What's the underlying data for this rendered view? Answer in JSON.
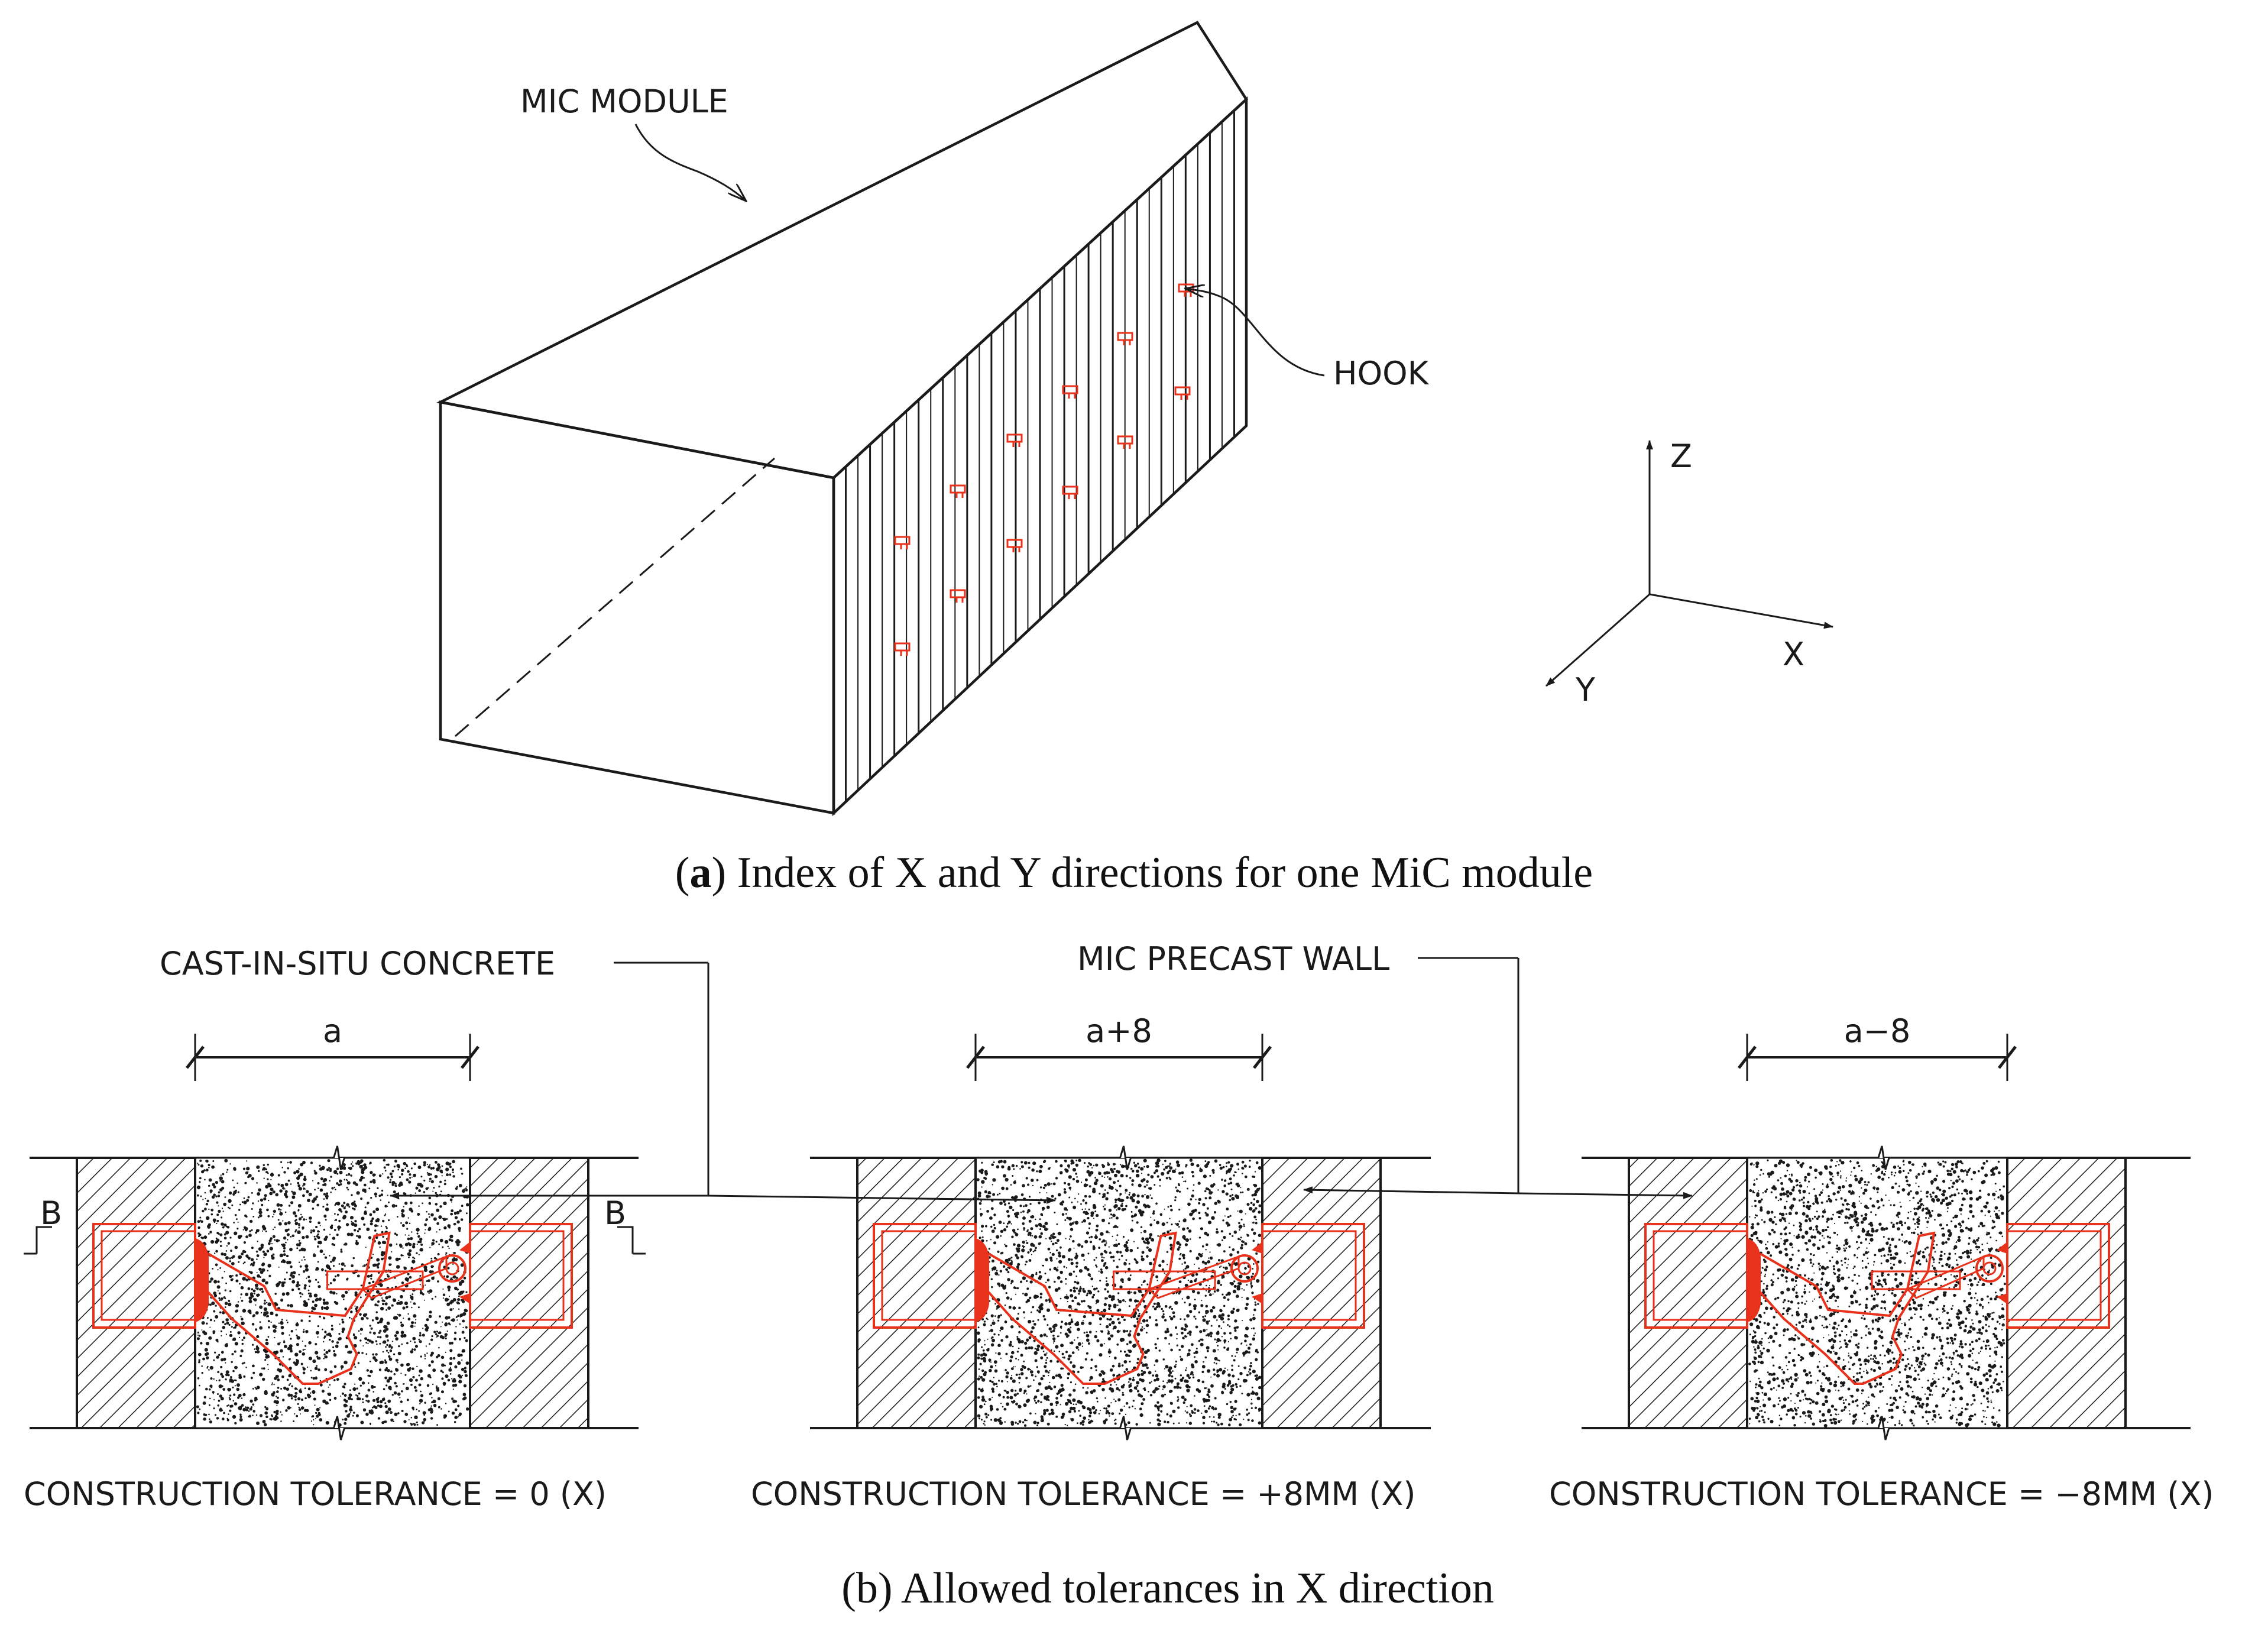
{
  "panel_a": {
    "label_module": "MIC MODULE",
    "label_hook": "HOOK",
    "axis_z": "Z",
    "axis_x": "X",
    "axis_y": "Y",
    "caption_letter": "a",
    "caption_text": ") Index of X and Y directions for one MiC module",
    "caption_open": "("
  },
  "panel_b": {
    "label_concrete": "CAST-IN-SITU CONCRETE",
    "label_wall": "MIC PRECAST WALL",
    "section_left": "B",
    "section_right": "B",
    "details": [
      {
        "dim": "a",
        "tolerance": "CONSTRUCTION TOLERANCE = 0 (X)"
      },
      {
        "dim": "a+8",
        "tolerance": "CONSTRUCTION TOLERANCE = +8MM (X)"
      },
      {
        "dim": "a−8",
        "tolerance": "CONSTRUCTION TOLERANCE = −8MM (X)"
      }
    ],
    "caption": "(b)   Allowed tolerances in X direction"
  },
  "colors": {
    "line": "#1a1a1a",
    "hook": "#e8321c"
  }
}
